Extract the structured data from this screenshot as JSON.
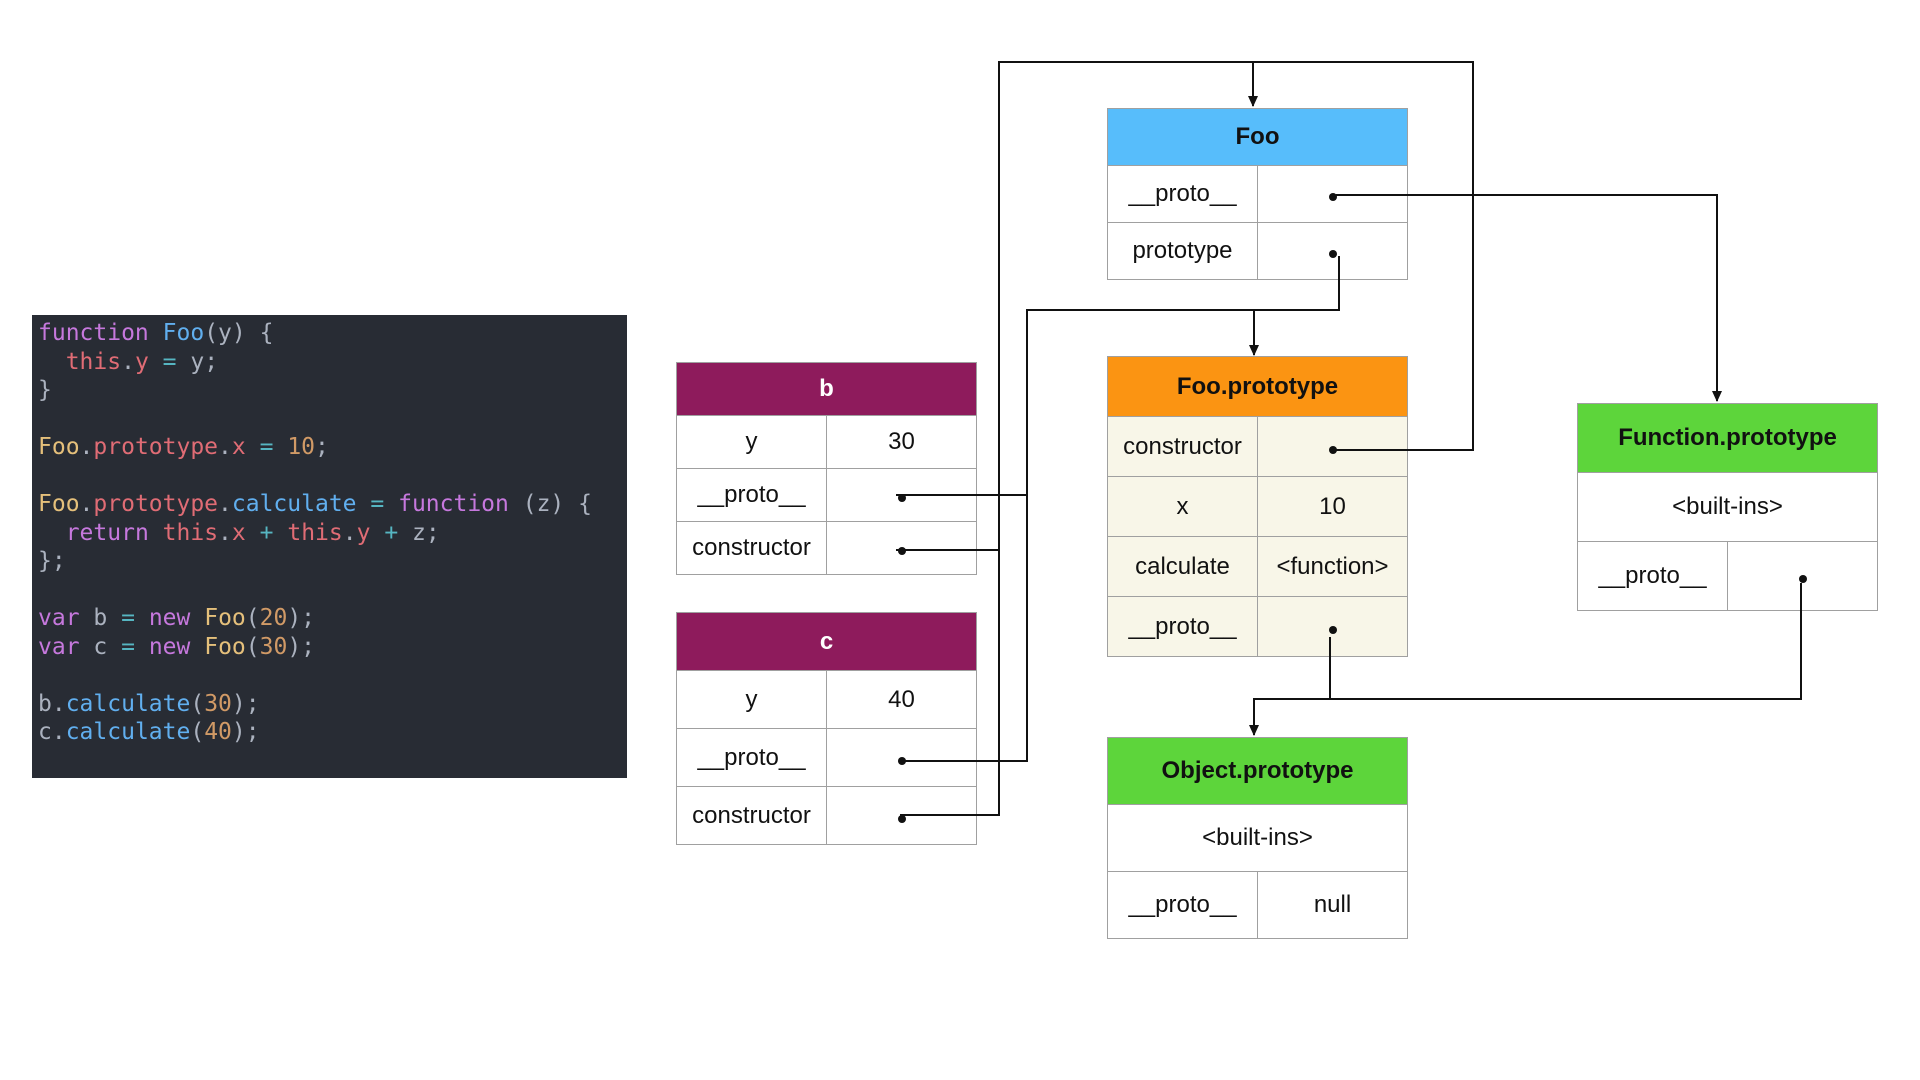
{
  "code": {
    "lines": [
      [
        {
          "t": "function",
          "c": "kw"
        },
        {
          "t": " ",
          "c": "plain"
        },
        {
          "t": "Foo",
          "c": "fn"
        },
        {
          "t": "(y) {",
          "c": "plain"
        }
      ],
      [
        {
          "t": "  ",
          "c": "plain"
        },
        {
          "t": "this",
          "c": "prop"
        },
        {
          "t": ".",
          "c": "plain"
        },
        {
          "t": "y",
          "c": "prop"
        },
        {
          "t": " ",
          "c": "plain"
        },
        {
          "t": "=",
          "c": "op"
        },
        {
          "t": " y;",
          "c": "plain"
        }
      ],
      [
        {
          "t": "}",
          "c": "plain"
        }
      ],
      [],
      [
        {
          "t": "Foo",
          "c": "cls"
        },
        {
          "t": ".",
          "c": "plain"
        },
        {
          "t": "prototype",
          "c": "prop"
        },
        {
          "t": ".",
          "c": "plain"
        },
        {
          "t": "x",
          "c": "prop"
        },
        {
          "t": " ",
          "c": "plain"
        },
        {
          "t": "=",
          "c": "op"
        },
        {
          "t": " ",
          "c": "plain"
        },
        {
          "t": "10",
          "c": "num"
        },
        {
          "t": ";",
          "c": "plain"
        }
      ],
      [],
      [
        {
          "t": "Foo",
          "c": "cls"
        },
        {
          "t": ".",
          "c": "plain"
        },
        {
          "t": "prototype",
          "c": "prop"
        },
        {
          "t": ".",
          "c": "plain"
        },
        {
          "t": "calculate",
          "c": "fn"
        },
        {
          "t": " ",
          "c": "plain"
        },
        {
          "t": "=",
          "c": "op"
        },
        {
          "t": " ",
          "c": "plain"
        },
        {
          "t": "function",
          "c": "kw"
        },
        {
          "t": " (z) {",
          "c": "plain"
        }
      ],
      [
        {
          "t": "  ",
          "c": "plain"
        },
        {
          "t": "return",
          "c": "kw"
        },
        {
          "t": " ",
          "c": "plain"
        },
        {
          "t": "this",
          "c": "prop"
        },
        {
          "t": ".",
          "c": "plain"
        },
        {
          "t": "x",
          "c": "prop"
        },
        {
          "t": " ",
          "c": "plain"
        },
        {
          "t": "+",
          "c": "op"
        },
        {
          "t": " ",
          "c": "plain"
        },
        {
          "t": "this",
          "c": "prop"
        },
        {
          "t": ".",
          "c": "plain"
        },
        {
          "t": "y",
          "c": "prop"
        },
        {
          "t": " ",
          "c": "plain"
        },
        {
          "t": "+",
          "c": "op"
        },
        {
          "t": " z;",
          "c": "plain"
        }
      ],
      [
        {
          "t": "};",
          "c": "plain"
        }
      ],
      [],
      [
        {
          "t": "var",
          "c": "kw"
        },
        {
          "t": " b ",
          "c": "plain"
        },
        {
          "t": "=",
          "c": "op"
        },
        {
          "t": " ",
          "c": "plain"
        },
        {
          "t": "new",
          "c": "kw"
        },
        {
          "t": " ",
          "c": "plain"
        },
        {
          "t": "Foo",
          "c": "cls"
        },
        {
          "t": "(",
          "c": "plain"
        },
        {
          "t": "20",
          "c": "num"
        },
        {
          "t": ");",
          "c": "plain"
        }
      ],
      [
        {
          "t": "var",
          "c": "kw"
        },
        {
          "t": " c ",
          "c": "plain"
        },
        {
          "t": "=",
          "c": "op"
        },
        {
          "t": " ",
          "c": "plain"
        },
        {
          "t": "new",
          "c": "kw"
        },
        {
          "t": " ",
          "c": "plain"
        },
        {
          "t": "Foo",
          "c": "cls"
        },
        {
          "t": "(",
          "c": "plain"
        },
        {
          "t": "30",
          "c": "num"
        },
        {
          "t": ");",
          "c": "plain"
        }
      ],
      [],
      [
        {
          "t": "b.",
          "c": "plain"
        },
        {
          "t": "calculate",
          "c": "fn"
        },
        {
          "t": "(",
          "c": "plain"
        },
        {
          "t": "30",
          "c": "num"
        },
        {
          "t": ");",
          "c": "plain"
        }
      ],
      [
        {
          "t": "c.",
          "c": "plain"
        },
        {
          "t": "calculate",
          "c": "fn"
        },
        {
          "t": "(",
          "c": "plain"
        },
        {
          "t": "40",
          "c": "num"
        },
        {
          "t": ");",
          "c": "plain"
        }
      ]
    ]
  },
  "colors": {
    "code_bg": "#282c34",
    "instance_header": "#8e1b5c",
    "foo_header": "#57bdfb",
    "foo_prototype_header": "#fb9412",
    "builtin_header": "#5dd53b",
    "foo_prototype_body": "#f8f6e8",
    "wire": "#111111"
  },
  "objects": {
    "b": {
      "title": "b",
      "rows": {
        "y": {
          "key": "y",
          "value": "30"
        },
        "proto": {
          "key": "__proto__",
          "value": ""
        },
        "constructor": {
          "key": "constructor",
          "value": ""
        }
      }
    },
    "c": {
      "title": "c",
      "rows": {
        "y": {
          "key": "y",
          "value": "40"
        },
        "proto": {
          "key": "__proto__",
          "value": ""
        },
        "constructor": {
          "key": "constructor",
          "value": ""
        }
      }
    },
    "foo": {
      "title": "Foo",
      "rows": {
        "proto": {
          "key": "__proto__",
          "value": ""
        },
        "prototype": {
          "key": "prototype",
          "value": ""
        }
      }
    },
    "foo_prototype": {
      "title": "Foo.prototype",
      "rows": {
        "constructor": {
          "key": "constructor",
          "value": ""
        },
        "x": {
          "key": "x",
          "value": "10"
        },
        "calculate": {
          "key": "calculate",
          "value": "<function>"
        },
        "proto": {
          "key": "__proto__",
          "value": ""
        }
      }
    },
    "function_prototype": {
      "title": "Function.prototype",
      "builtins": "<built-ins>",
      "rows": {
        "proto": {
          "key": "__proto__",
          "value": ""
        }
      }
    },
    "object_prototype": {
      "title": "Object.prototype",
      "builtins": "<built-ins>",
      "rows": {
        "proto": {
          "key": "__proto__",
          "value": "null"
        }
      }
    }
  }
}
